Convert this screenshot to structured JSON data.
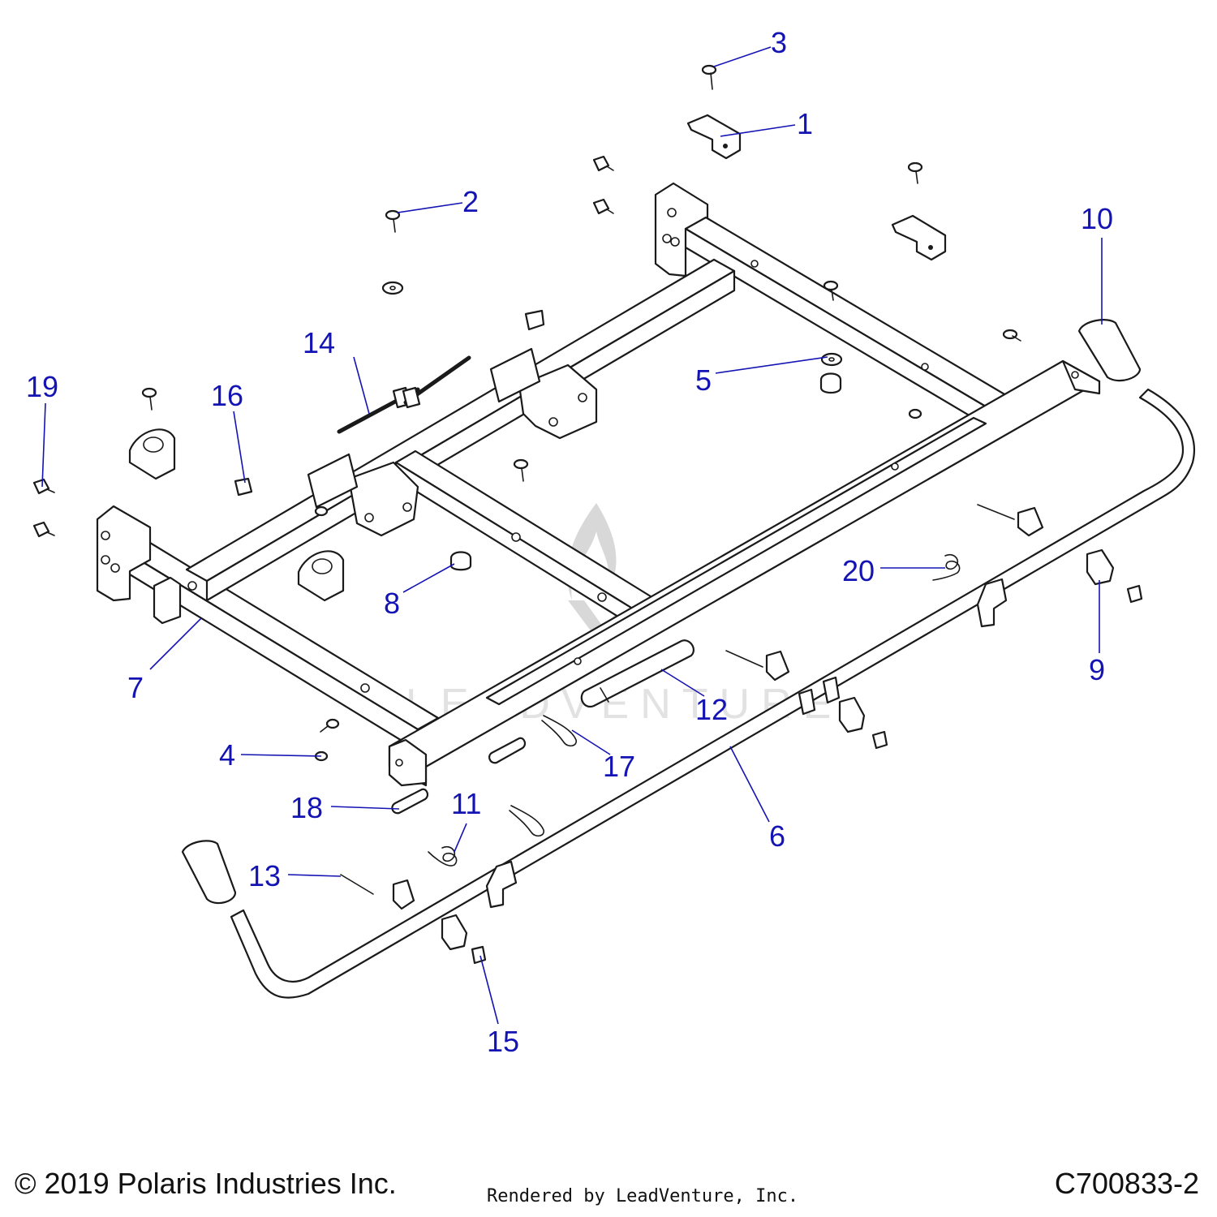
{
  "callouts": [
    {
      "label": "1"
    },
    {
      "label": "2"
    },
    {
      "label": "3"
    },
    {
      "label": "4"
    },
    {
      "label": "5"
    },
    {
      "label": "6"
    },
    {
      "label": "7"
    },
    {
      "label": "8"
    },
    {
      "label": "9"
    },
    {
      "label": "10"
    },
    {
      "label": "11"
    },
    {
      "label": "12"
    },
    {
      "label": "13"
    },
    {
      "label": "14"
    },
    {
      "label": "15"
    },
    {
      "label": "16"
    },
    {
      "label": "17"
    },
    {
      "label": "18"
    },
    {
      "label": "19"
    },
    {
      "label": "20"
    }
  ],
  "watermark": {
    "text": "LEADVENTURE"
  },
  "footer": {
    "copyright": "© 2019 Polaris Industries Inc.",
    "rendered_by": "Rendered by LeadVenture, Inc.",
    "diagram_code": "C700833-2"
  },
  "colors": {
    "callout": "#1414b4",
    "line": "#1a1a1a",
    "background": "#ffffff"
  }
}
